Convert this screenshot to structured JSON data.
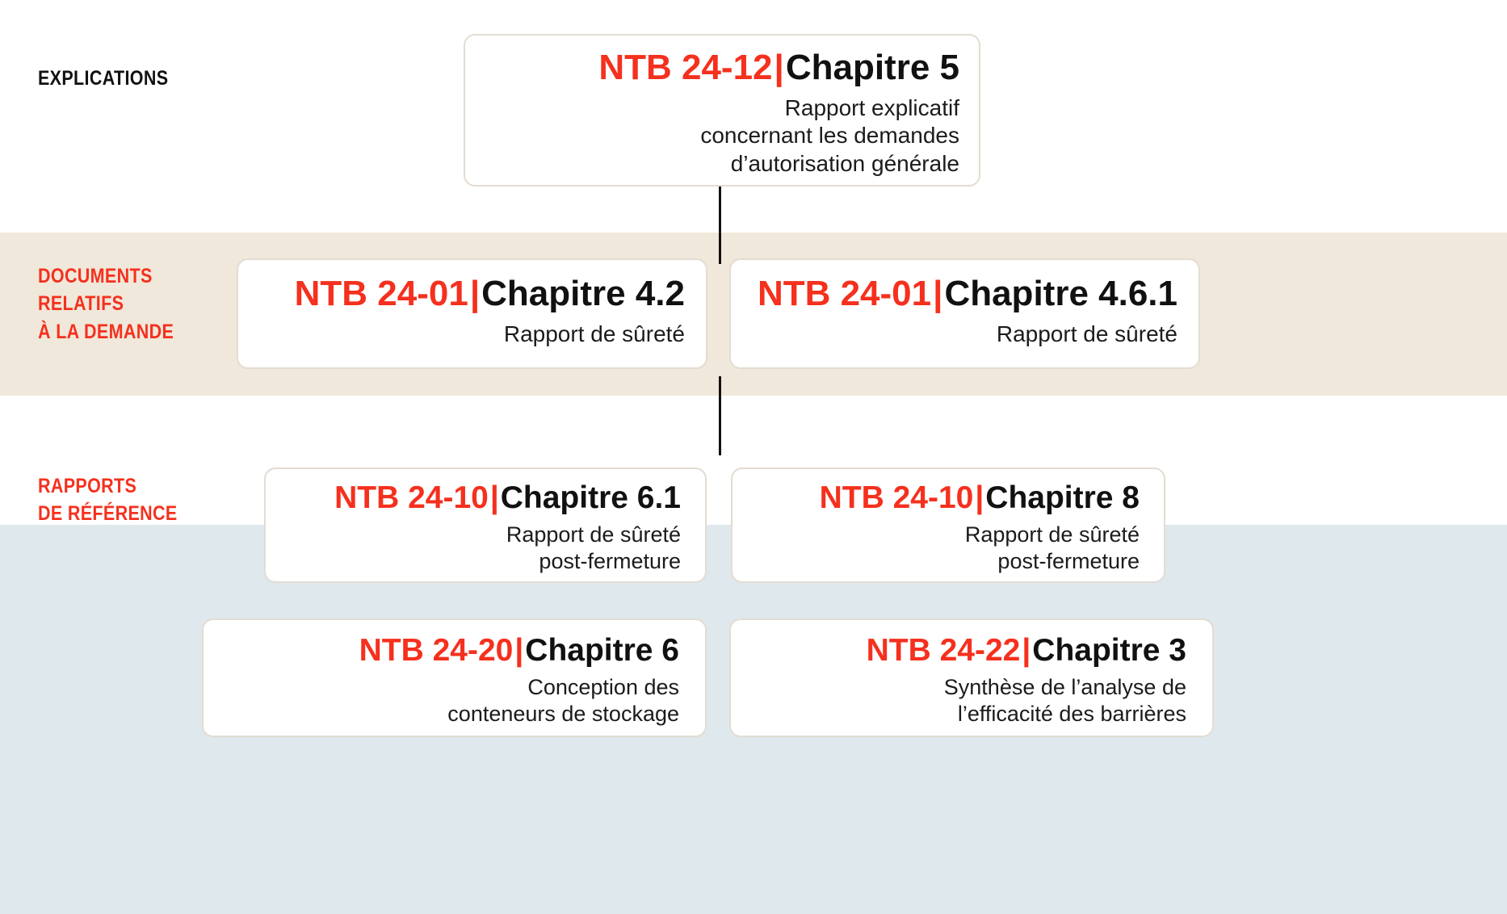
{
  "colors": {
    "accent_red": "#f5301e",
    "band_documents_bg": "#f0e8da",
    "band_rapports_bg": "#dee8ed",
    "card_bg": "#ffffff",
    "card_border": "#e3dcd2",
    "text_dark": "#111111",
    "connector": "#111111"
  },
  "sections": {
    "explications": {
      "label_lines": [
        "EXPLICATIONS"
      ]
    },
    "documents": {
      "label_lines": [
        "DOCUMENTS",
        "RELATIFS",
        "À LA DEMANDE"
      ]
    },
    "rapports": {
      "label_lines": [
        "RAPPORTS",
        "DE RÉFÉRENCE"
      ]
    }
  },
  "separator": "|",
  "cards": {
    "explications": {
      "code": "NTB 24-12",
      "chapter": "Chapitre 5",
      "subtitle": "Rapport explicatif\nconcernant les demandes\nd’autorisation générale"
    },
    "doc_left": {
      "code": "NTB 24-01",
      "chapter": "Chapitre 4.2",
      "subtitle": "Rapport de sûreté"
    },
    "doc_right": {
      "code": "NTB 24-01",
      "chapter": "Chapitre 4.6.1",
      "subtitle": "Rapport de sûreté"
    },
    "rap_1": {
      "code": "NTB 24-10",
      "chapter": "Chapitre 6.1",
      "subtitle": "Rapport de sûreté\npost-fermeture"
    },
    "rap_2": {
      "code": "NTB 24-10",
      "chapter": "Chapitre 8",
      "subtitle": "Rapport de sûreté\npost-fermeture"
    },
    "rap_3": {
      "code": "NTB 24-20",
      "chapter": "Chapitre 6",
      "subtitle": "Conception des\nconteneurs de stockage"
    },
    "rap_4": {
      "code": "NTB 24-22",
      "chapter": "Chapitre 3",
      "subtitle": "Synthèse de l’analyse de\nl’efficacité des barrières"
    }
  }
}
